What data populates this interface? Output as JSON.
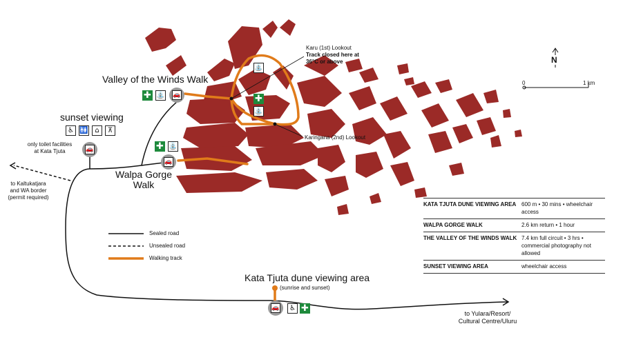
{
  "places": {
    "valley_walk": "Valley of the Winds Walk",
    "sunset_viewing": "sunset viewing",
    "toilet_note_1": "only toilet facilities",
    "toilet_note_2": "at Kata Tjuta",
    "walpa_1": "Walpa Gorge",
    "walpa_2": "Walk",
    "dune_area": "Kata Tjuta dune viewing area",
    "dune_note": "(sunrise and sunset)",
    "karu_1": "Karu (1st) Lookout",
    "karu_2": "Track closed here at",
    "karu_3": "36°C or above",
    "karingana": "Karingana (2nd) Lookout",
    "kaltukatjara_1": "to Kaltukatjara",
    "kaltukatjara_2": "and WA border",
    "kaltukatjara_3": "(permit required)",
    "yulara_1": "to Yulara/Resort/",
    "yulara_2": "Cultural Centre/Uluru"
  },
  "legend": {
    "sealed": "Sealed road",
    "unsealed": "Unsealed road",
    "walking": "Walking track"
  },
  "scale": {
    "start": "0",
    "end": "1 km",
    "north": "N"
  },
  "colors": {
    "rock": "#9b2a27",
    "track": "#e07b1a",
    "first_aid": "#1e8a3c",
    "car_circle": "#9b9b9b"
  },
  "icons": {
    "first_aid": "✚",
    "water_tap": "⛲",
    "wheelchair": "♿",
    "toilets": "🚻",
    "shelter": "⌂",
    "picnic": "⊼",
    "car": "🚗"
  },
  "info_table": [
    {
      "name": "KATA TJUTA DUNE VIEWING AREA",
      "detail": "600 m • 30 mins • wheelchair access"
    },
    {
      "name": "WALPA GORGE WALK",
      "detail": "2.6 km return • 1 hour"
    },
    {
      "name": "THE VALLEY OF THE WINDS WALK",
      "detail": "7.4 km full circuit • 3 hrs • commercial photography not allowed"
    },
    {
      "name": "SUNSET VIEWING AREA",
      "detail": "wheelchair access"
    }
  ]
}
